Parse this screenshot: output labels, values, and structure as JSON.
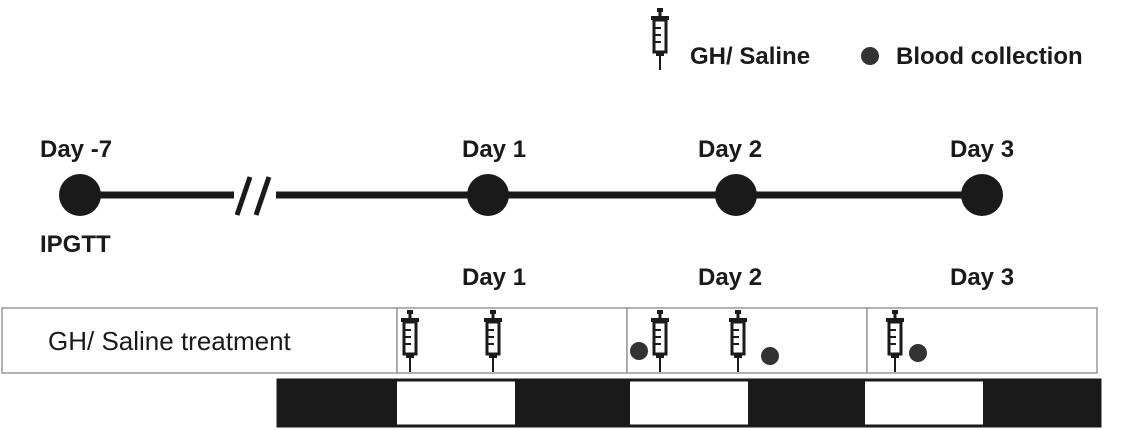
{
  "legend": {
    "injection_label": "GH/ Saline",
    "blood_label": "Blood collection",
    "injection_icon": "syringe-icon",
    "blood_icon": "dot-icon"
  },
  "timeline": {
    "days": [
      {
        "label": "Day -7",
        "sublabel": "IPGTT"
      },
      {
        "label": "Day 1"
      },
      {
        "label": "Day 2"
      },
      {
        "label": "Day 3"
      }
    ],
    "break_symbol": "//"
  },
  "schedule": {
    "day_labels": [
      "Day 1",
      "Day 2",
      "Day 3"
    ],
    "row_label": "GH/ Saline treatment",
    "injections_per_day": [
      2,
      2,
      1
    ],
    "blood_collections_per_day": [
      0,
      2,
      1
    ],
    "light_dark_cycle": [
      "dark",
      "light",
      "dark",
      "light",
      "dark",
      "light",
      "dark"
    ]
  },
  "colors": {
    "ink": "#1a1a1a",
    "box_border": "#999999",
    "dot": "#333333"
  }
}
